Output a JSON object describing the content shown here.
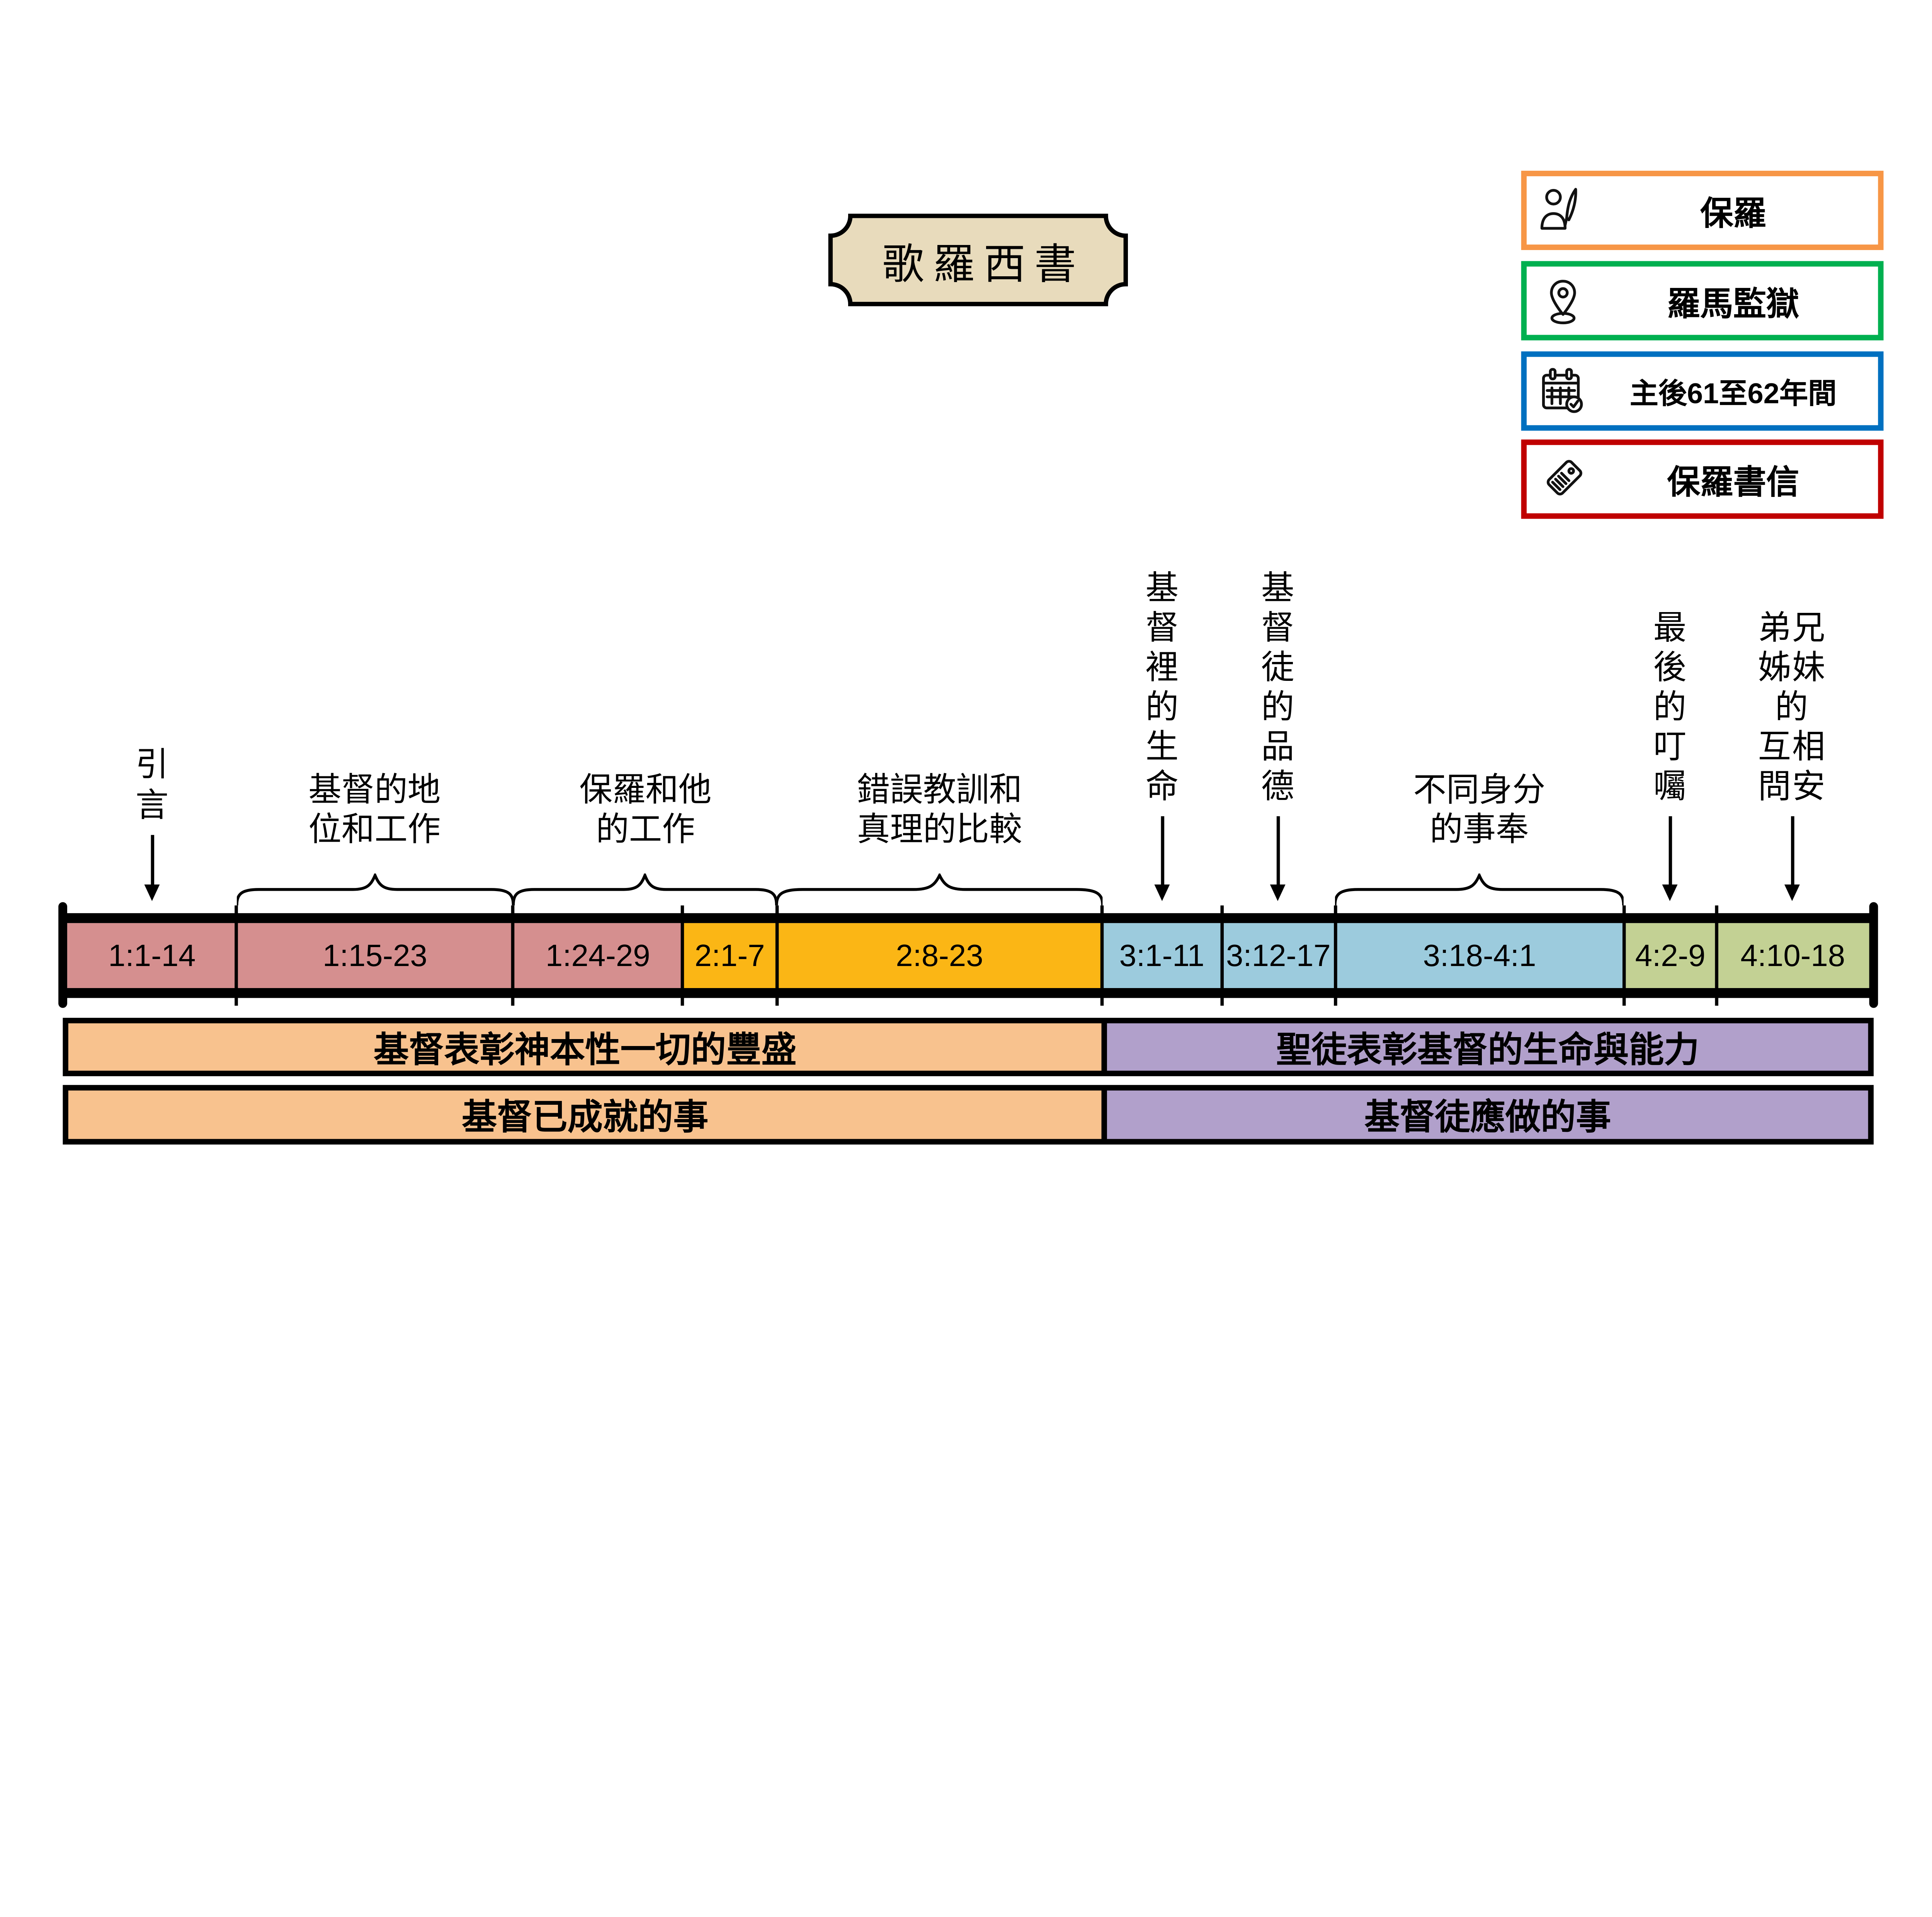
{
  "title": {
    "text": "歌羅西書",
    "plaque_fill": "#E8DBBC"
  },
  "legend": {
    "items": [
      {
        "icon": "writer-icon",
        "label": "保羅",
        "border_color": "#F79646"
      },
      {
        "icon": "location-pin-icon",
        "label": "羅馬監獄",
        "border_color": "#00B050"
      },
      {
        "icon": "calendar-check-icon",
        "label": "主後61至62年間",
        "border_color": "#0070C0"
      },
      {
        "icon": "tag-icon",
        "label": "保羅書信",
        "border_color": "#C00000"
      }
    ]
  },
  "timeline": {
    "segments": [
      {
        "ref": "1:1-14",
        "color": "#D58F8F",
        "width_pct": 9.41
      },
      {
        "ref": "1:15-23",
        "color": "#D58F8F",
        "width_pct": 15.34
      },
      {
        "ref": "1:24-29",
        "color": "#D58F8F",
        "width_pct": 9.4
      },
      {
        "ref": "2:1-7",
        "color": "#FBB615",
        "width_pct": 5.24
      },
      {
        "ref": "2:8-23",
        "color": "#FBB615",
        "width_pct": 18.04
      },
      {
        "ref": "3:1-11",
        "color": "#9CCBDD",
        "width_pct": 6.64
      },
      {
        "ref": "3:12-17",
        "color": "#9CCBDD",
        "width_pct": 6.29
      },
      {
        "ref": "3:18-4:1",
        "color": "#9CCBDD",
        "width_pct": 16.04
      },
      {
        "ref": "4:2-9",
        "color": "#C3D194",
        "width_pct": 5.13
      },
      {
        "ref": "4:10-18",
        "color": "#C3D194",
        "width_pct": 8.47
      }
    ]
  },
  "annotations": {
    "arrows": [
      {
        "text": "引言",
        "lines": [
          "引",
          "言"
        ],
        "points_to": "1:1-14"
      },
      {
        "text": "基督裡的生命",
        "lines": [
          "基",
          "督",
          "裡",
          "的",
          "生",
          "命"
        ],
        "points_to": "3:1-11"
      },
      {
        "text": "基督徒的品德",
        "lines": [
          "基",
          "督",
          "徒",
          "的",
          "品",
          "德"
        ],
        "points_to": "3:12-17"
      },
      {
        "text": "最後的叮囑",
        "lines": [
          "最",
          "後",
          "的",
          "叮",
          "囑"
        ],
        "points_to": "4:2-9"
      },
      {
        "text": "弟兄姊妹的互相問安",
        "lines": [
          "弟兄",
          "姊妹",
          "的",
          "互相",
          "問安"
        ],
        "points_to": "4:10-18"
      }
    ],
    "braces": [
      {
        "text": "基督的地位和工作",
        "lines": [
          "基督的地",
          "位和工作"
        ],
        "spans": "1:15-23"
      },
      {
        "text": "保羅和他的工作",
        "lines": [
          "保羅和他",
          "的工作"
        ],
        "spans": "1:24-29 至 2:1-7"
      },
      {
        "text": "錯誤教訓和真理的比較",
        "lines": [
          "錯誤教訓和",
          "真理的比較"
        ],
        "spans": "2:8-23"
      },
      {
        "text": "不同身分的事奉",
        "lines": [
          "不同身分",
          "的事奉"
        ],
        "spans": "3:18-4:1"
      }
    ]
  },
  "summary": {
    "rows": [
      {
        "cells": [
          {
            "text": "基督表彰神本性一切的豐盛",
            "color": "#F8C28E",
            "width_pct": 57.43
          },
          {
            "text": "聖徒表彰基督的生命與能力",
            "color": "#B1A0CB",
            "width_pct": 42.57
          }
        ]
      },
      {
        "cells": [
          {
            "text": "基督已成就的事",
            "color": "#F8C28E",
            "width_pct": 57.43
          },
          {
            "text": "基督徒應做的事",
            "color": "#B1A0CB",
            "width_pct": 42.57
          }
        ]
      }
    ]
  }
}
